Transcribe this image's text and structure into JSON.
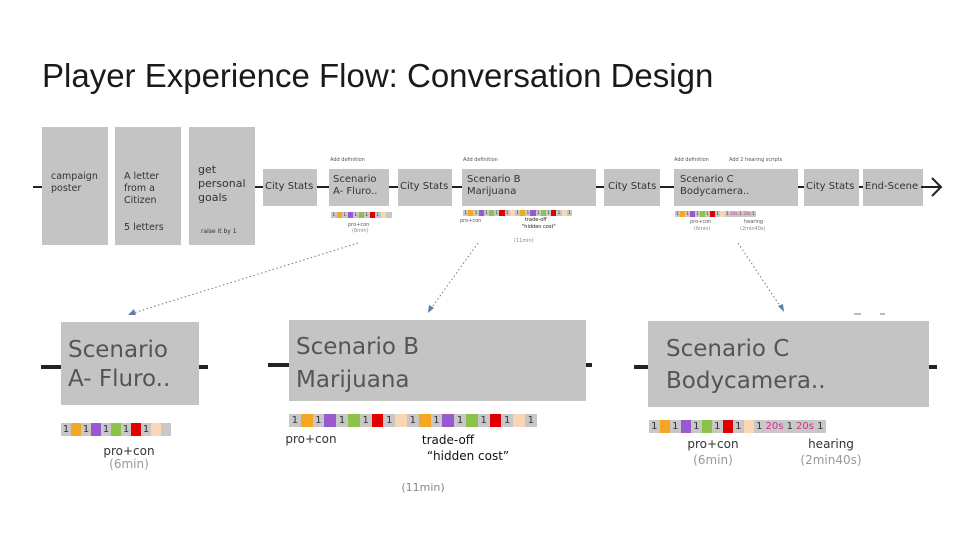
{
  "title": "Player Experience Flow: Conversation Design",
  "flow": {
    "campaign_poster": "campaign poster",
    "letter": "A letter from a Citizen",
    "letters_count": "5 letters",
    "goals": "get personal goals",
    "raise": "raise it by 1",
    "city_stats": "City Stats",
    "scenario_a": "Scenario A- Fluro..",
    "scenario_b": "Scenario B Marijuana",
    "scenario_c": "Scenario C Bodycamera..",
    "end_scene": "End-Scene",
    "add_definition": "Add definition",
    "add_hearing": "Add 2 hearing scripts",
    "a_procon": "pro+con",
    "a_time": "(6min)",
    "b_procon": "pro+con",
    "b_tradeoff": "trade-off",
    "b_hidden": "\"hidden cost\"",
    "b_time": "(11min)",
    "c_procon": "pro+con",
    "c_time": "(6min)",
    "c_hearing": "hearing",
    "c_hearing_time": "(2min40s)"
  },
  "detail": {
    "a_line1": "Scenario",
    "a_line2": "A- Fluro..",
    "a_procon": "pro+con",
    "a_time": "(6min)",
    "b_line1": "Scenario B",
    "b_line2": "Marijuana",
    "b_procon": "pro+con",
    "b_tradeoff": "trade-off",
    "b_hidden": "“hidden cost”",
    "b_time": "(11min)",
    "c_line1": "Scenario C",
    "c_line2": "Bodycamera..",
    "c_procon": "pro+con",
    "c_time": "(6min)",
    "c_hearing": "hearing",
    "c_hearing_time": "(2min40s)"
  },
  "bars": {
    "a": [
      {
        "t": "1",
        "c": "#c8c8c8"
      },
      {
        "t": "",
        "c": "#f5a623"
      },
      {
        "t": "1",
        "c": "#c8c8c8"
      },
      {
        "t": "",
        "c": "#9b59d0"
      },
      {
        "t": "1",
        "c": "#c8c8c8"
      },
      {
        "t": "",
        "c": "#8bc34a"
      },
      {
        "t": "1",
        "c": "#c8c8c8"
      },
      {
        "t": "",
        "c": "#e00000"
      },
      {
        "t": "1",
        "c": "#c8c8c8"
      },
      {
        "t": "",
        "c": "#f9d7b5"
      },
      {
        "t": "",
        "c": "#c8c8c8"
      }
    ],
    "b": [
      {
        "t": "1",
        "c": "#c8c8c8"
      },
      {
        "t": "",
        "c": "#f5a623"
      },
      {
        "t": "1",
        "c": "#c8c8c8"
      },
      {
        "t": "",
        "c": "#9b59d0"
      },
      {
        "t": "1",
        "c": "#c8c8c8"
      },
      {
        "t": "",
        "c": "#8bc34a"
      },
      {
        "t": "1",
        "c": "#c8c8c8"
      },
      {
        "t": "",
        "c": "#e00000"
      },
      {
        "t": "1",
        "c": "#c8c8c8"
      },
      {
        "t": "",
        "c": "#f9d7b5"
      },
      {
        "t": "1",
        "c": "#c8c8c8"
      },
      {
        "t": "",
        "c": "#f5a623"
      },
      {
        "t": "1",
        "c": "#c8c8c8"
      },
      {
        "t": "",
        "c": "#9b59d0"
      },
      {
        "t": "1",
        "c": "#c8c8c8"
      },
      {
        "t": "",
        "c": "#8bc34a"
      },
      {
        "t": "1",
        "c": "#c8c8c8"
      },
      {
        "t": "",
        "c": "#e00000"
      },
      {
        "t": "1",
        "c": "#c8c8c8"
      },
      {
        "t": "",
        "c": "#f9d7b5"
      },
      {
        "t": "1",
        "c": "#c8c8c8"
      }
    ],
    "c": [
      {
        "t": "1",
        "c": "#c8c8c8"
      },
      {
        "t": "",
        "c": "#f5a623"
      },
      {
        "t": "1",
        "c": "#c8c8c8"
      },
      {
        "t": "",
        "c": "#9b59d0"
      },
      {
        "t": "1",
        "c": "#c8c8c8"
      },
      {
        "t": "",
        "c": "#8bc34a"
      },
      {
        "t": "1",
        "c": "#c8c8c8"
      },
      {
        "t": "",
        "c": "#e00000"
      },
      {
        "t": "1",
        "c": "#c8c8c8"
      },
      {
        "t": "",
        "c": "#f9d7b5"
      },
      {
        "t": "1",
        "c": "#c8c8c8"
      },
      {
        "t": "20s",
        "c": "#c8c8c8",
        "fc": "#d0308a"
      },
      {
        "t": "1",
        "c": "#c8c8c8"
      },
      {
        "t": "20s",
        "c": "#c8c8c8",
        "fc": "#d0308a"
      },
      {
        "t": "1",
        "c": "#c8c8c8"
      }
    ]
  },
  "colors": {
    "box": "#c4c4c4",
    "line": "#222222",
    "dotted": "#5b7fa8",
    "hearing": "#d0308a"
  }
}
